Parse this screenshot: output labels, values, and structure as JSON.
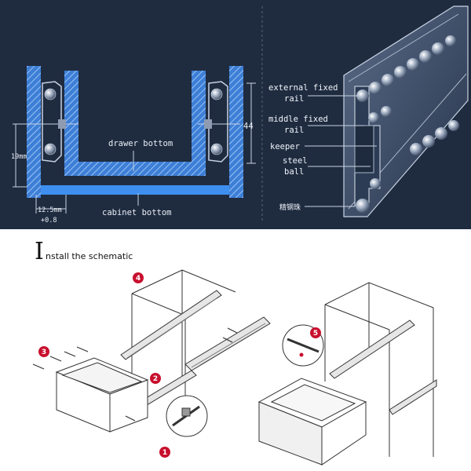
{
  "cross_section": {
    "labels": {
      "drawer_bottom": "drawer bottom",
      "cabinet_bottom": "cabinet bottom",
      "height_dim": "19mm",
      "width_dim": "12.5mm",
      "tolerance": "+0.8",
      "right_dim": "44"
    }
  },
  "rail_detail": {
    "labels": {
      "external_fixed": "external fixed",
      "external_fixed_2": "rail",
      "middle_fixed": "middle fixed",
      "middle_fixed_2": "rail",
      "keeper": "keeper",
      "steel": "steel",
      "ball": "ball",
      "precision_ball": "精钢珠"
    }
  },
  "install": {
    "title_initial": "I",
    "title_rest": "nstall the schematic",
    "steps": [
      "1",
      "2",
      "3",
      "4",
      "5"
    ],
    "step_color": "#c8102e"
  }
}
